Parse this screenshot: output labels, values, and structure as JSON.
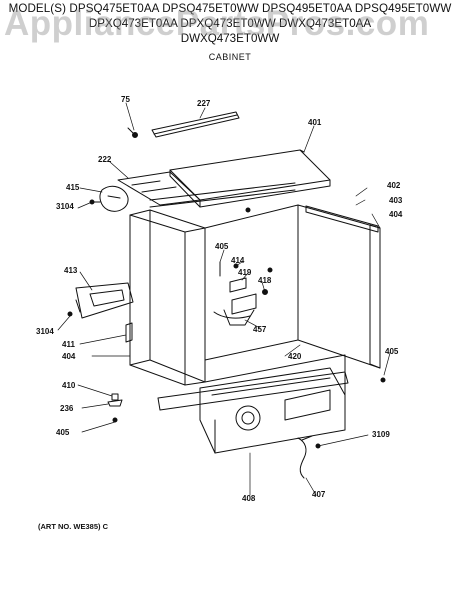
{
  "header": {
    "line1": "MODEL(S) DPSQ475ET0AA  DPSQ475ET0WW  DPSQ495ET0AA  DPSQ495ET0WW",
    "line2": "DPXQ473ET0AA  DPXQ473ET0WW  DWXQ473ET0AA",
    "line3": "DWXQ473ET0WW",
    "section": "CABINET"
  },
  "watermark": "AppliancePartsPros.com",
  "footer": {
    "art_no": "(ART NO. WE385) C"
  },
  "callouts": [
    "75",
    "227",
    "401",
    "222",
    "415",
    "3104",
    "402",
    "403",
    "404",
    "405",
    "414",
    "419",
    "418",
    "413",
    "3104",
    "411",
    "404",
    "457",
    "420",
    "405",
    "410",
    "236",
    "405",
    "3109",
    "408",
    "407"
  ]
}
